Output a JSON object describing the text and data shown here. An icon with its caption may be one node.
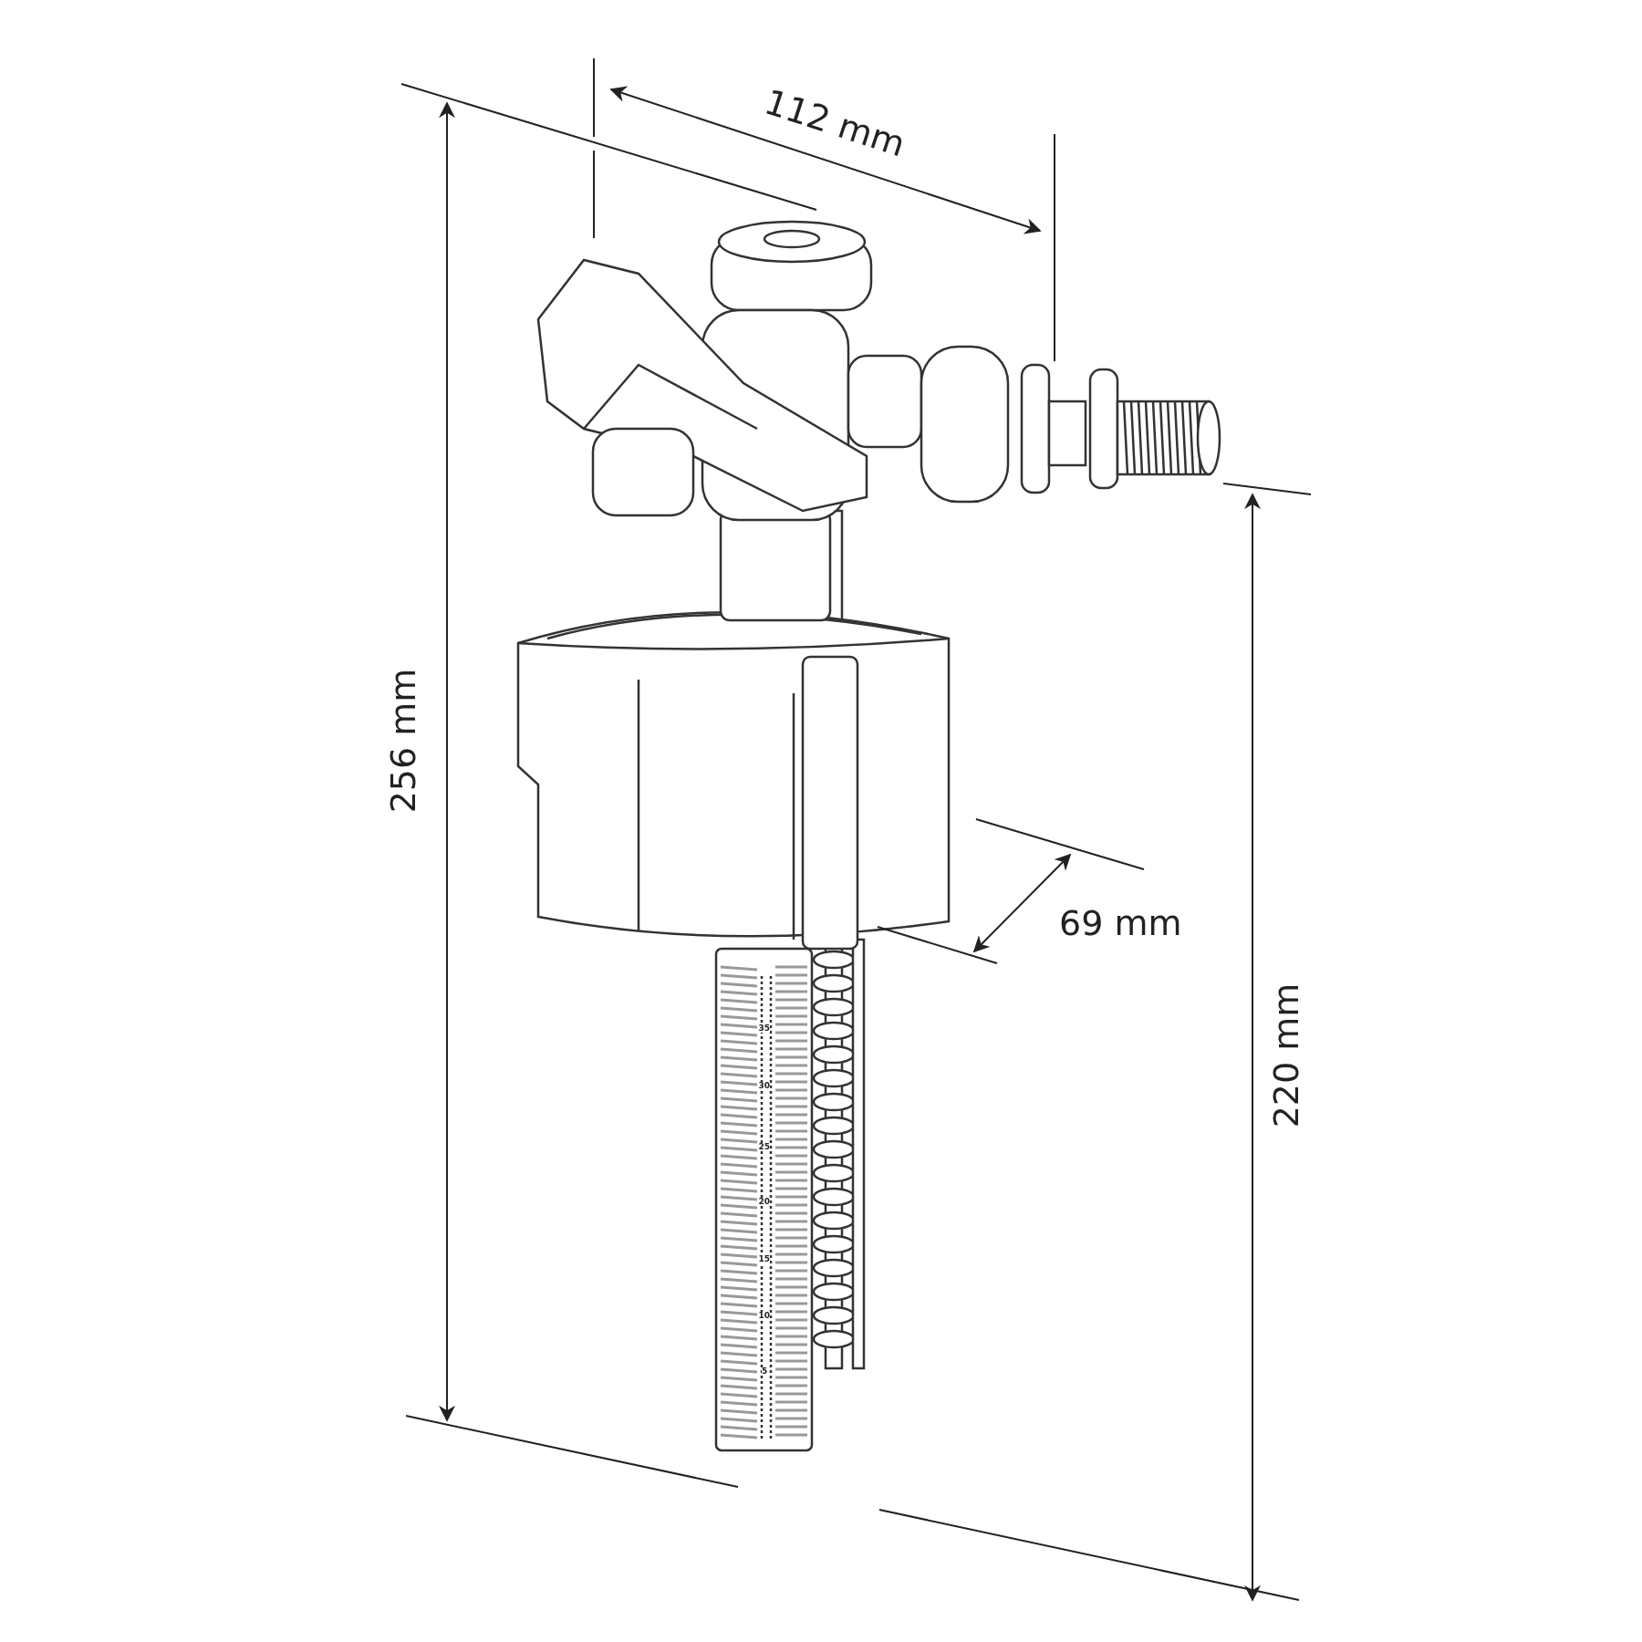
{
  "diagram": {
    "labels": [
      "112 mm",
      "256 mm",
      "69 mm",
      "220 mm",
      "35",
      "30",
      "25",
      "20",
      "15",
      "10",
      "5"
    ]
  }
}
